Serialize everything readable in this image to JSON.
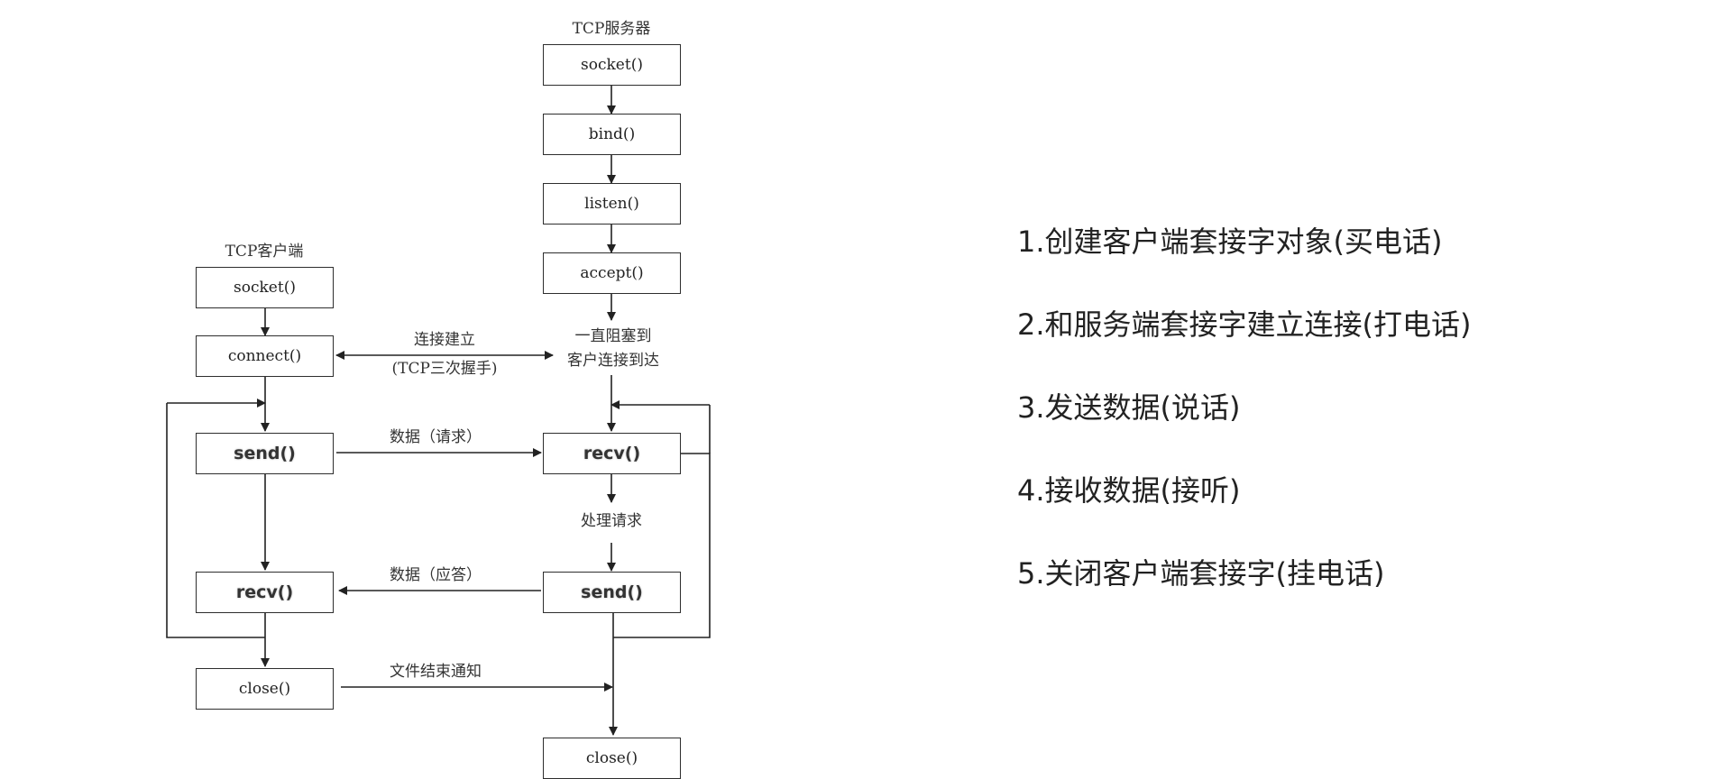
{
  "server": {
    "title": "TCP服务器",
    "socket": "socket()",
    "bind": "bind()",
    "listen": "listen()",
    "accept": "accept()",
    "block_line1": "一直阻塞到",
    "block_line2": "客户连接到达",
    "recv": "recv()",
    "process": "处理请求",
    "send": "send()",
    "close": "close()"
  },
  "client": {
    "title": "TCP客户端",
    "socket": "socket()",
    "connect": "connect()",
    "send": "send()",
    "recv": "recv()",
    "close": "close()"
  },
  "edges": {
    "handshake_line1": "连接建立",
    "handshake_line2": "(TCP三次握手)",
    "request": "数据（请求）",
    "reply": "数据（应答）",
    "eof": "文件结束通知"
  },
  "steps": [
    "1.创建客户端套接字对象(买电话)",
    "2.和服务端套接字建立连接(打电话)",
    "3.发送数据(说话)",
    "4.接收数据(接听)",
    "5.关闭客户端套接字(挂电话)"
  ]
}
